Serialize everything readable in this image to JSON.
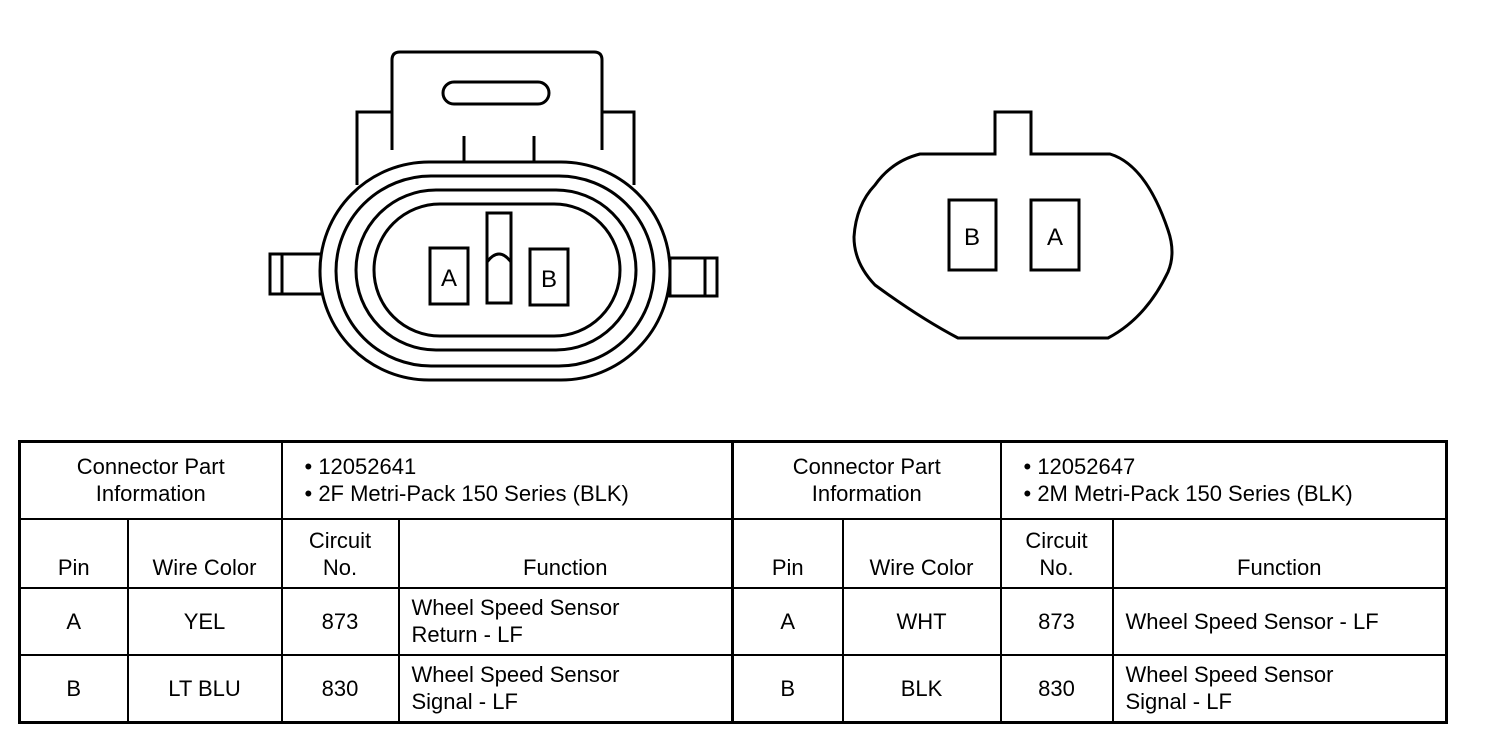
{
  "connector_female": {
    "pin_labels": [
      "A",
      "B"
    ]
  },
  "connector_male": {
    "pin_labels": [
      "B",
      "A"
    ]
  },
  "table": {
    "left": {
      "part_info_label": [
        "Connector Part",
        "Information"
      ],
      "part_info_items": [
        "• 12052641",
        "• 2F Metri-Pack 150 Series (BLK)"
      ],
      "headers": {
        "pin": "Pin",
        "wire_color": "Wire Color",
        "circuit": [
          "Circuit",
          "No."
        ],
        "function": "Function"
      },
      "rows": [
        {
          "pin": "A",
          "wire_color": "YEL",
          "circuit": "873",
          "function": [
            "Wheel Speed Sensor",
            "Return - LF"
          ]
        },
        {
          "pin": "B",
          "wire_color": "LT BLU",
          "circuit": "830",
          "function": [
            "Wheel Speed Sensor",
            "Signal - LF"
          ]
        }
      ]
    },
    "right": {
      "part_info_label": [
        "Connector Part",
        "Information"
      ],
      "part_info_items": [
        "• 12052647",
        "• 2M Metri-Pack 150 Series (BLK)"
      ],
      "headers": {
        "pin": "Pin",
        "wire_color": "Wire Color",
        "circuit": [
          "Circuit",
          "No."
        ],
        "function": "Function"
      },
      "rows": [
        {
          "pin": "A",
          "wire_color": "WHT",
          "circuit": "873",
          "function": [
            "Wheel Speed Sensor - LF"
          ]
        },
        {
          "pin": "B",
          "wire_color": "BLK",
          "circuit": "830",
          "function": [
            "Wheel Speed Sensor",
            "Signal - LF"
          ]
        }
      ]
    }
  }
}
